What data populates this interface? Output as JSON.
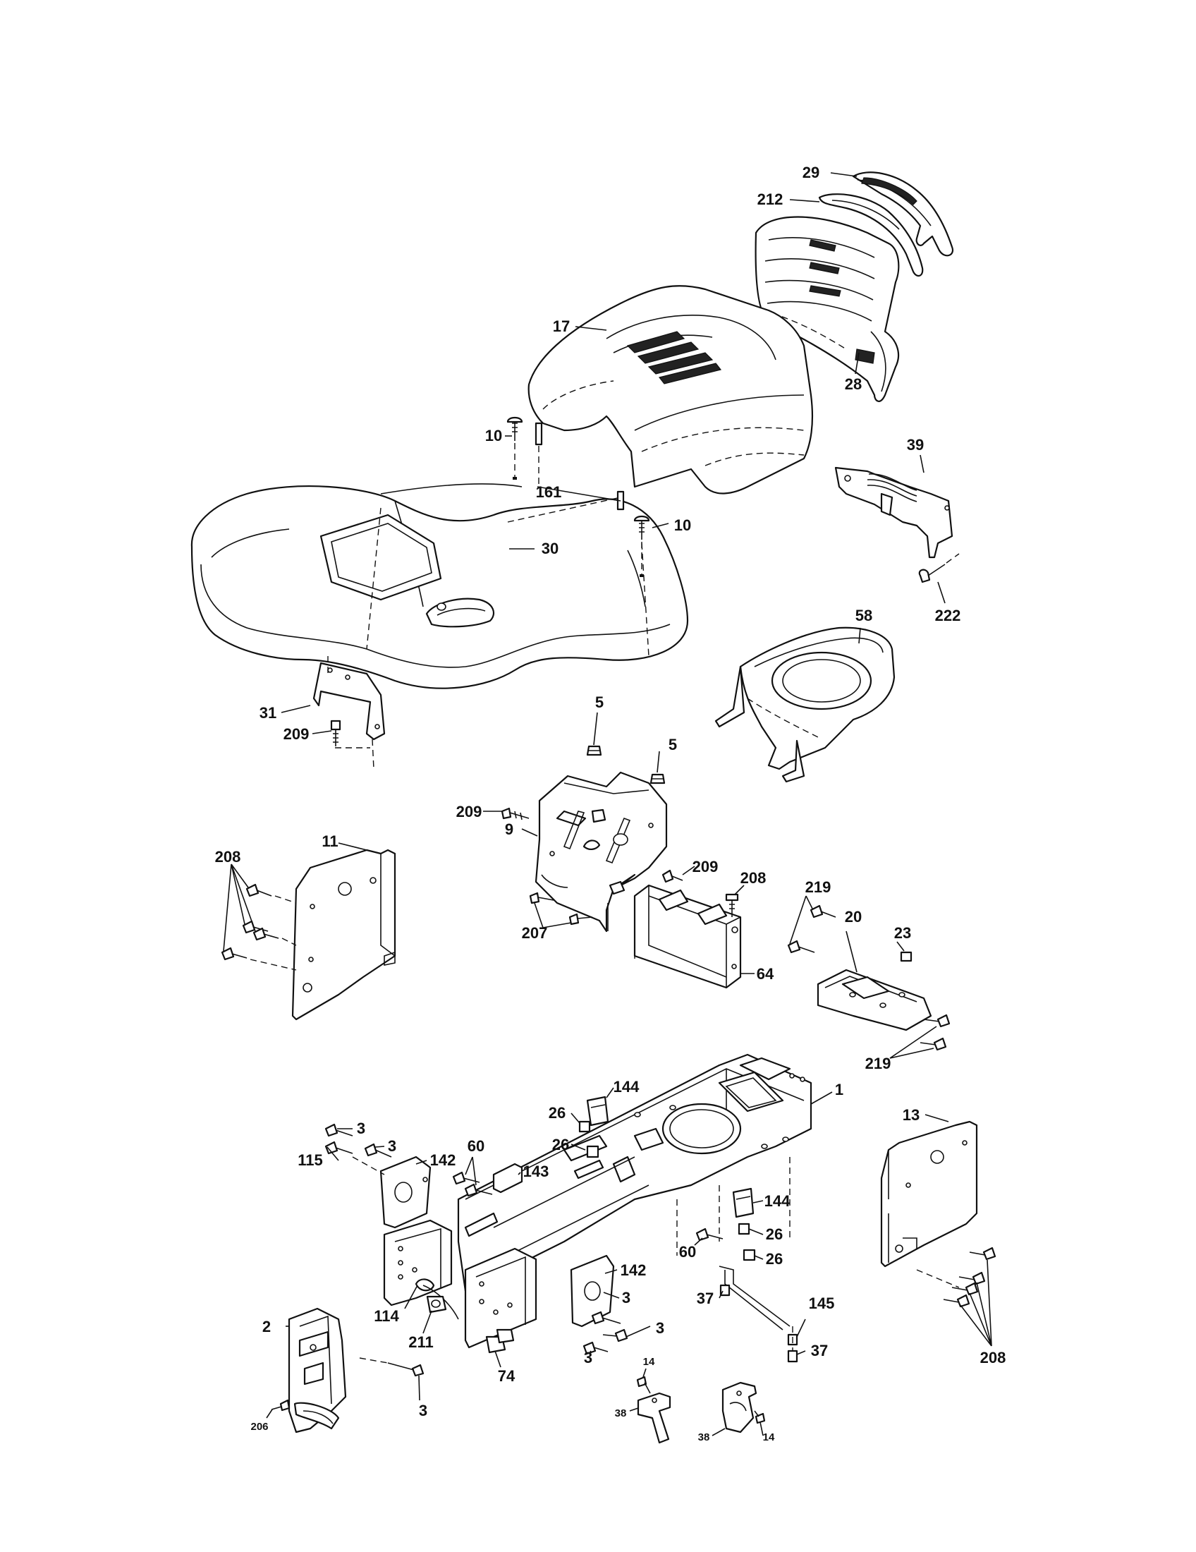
{
  "diagram": {
    "labels": [
      {
        "id": "29",
        "text": "29"
      },
      {
        "id": "212",
        "text": "212"
      },
      {
        "id": "17",
        "text": "17"
      },
      {
        "id": "28",
        "text": "28"
      },
      {
        "id": "10a",
        "text": "10"
      },
      {
        "id": "161",
        "text": "161"
      },
      {
        "id": "10b",
        "text": "10"
      },
      {
        "id": "39",
        "text": "39"
      },
      {
        "id": "30",
        "text": "30"
      },
      {
        "id": "222",
        "text": "222"
      },
      {
        "id": "58",
        "text": "58"
      },
      {
        "id": "5a",
        "text": "5"
      },
      {
        "id": "5b",
        "text": "5"
      },
      {
        "id": "31",
        "text": "31"
      },
      {
        "id": "209a",
        "text": "209"
      },
      {
        "id": "209b",
        "text": "209"
      },
      {
        "id": "9",
        "text": "9"
      },
      {
        "id": "11",
        "text": "11"
      },
      {
        "id": "208a",
        "text": "208"
      },
      {
        "id": "209c",
        "text": "209"
      },
      {
        "id": "208b",
        "text": "208"
      },
      {
        "id": "219a",
        "text": "219"
      },
      {
        "id": "20",
        "text": "20"
      },
      {
        "id": "23",
        "text": "23"
      },
      {
        "id": "207",
        "text": "207"
      },
      {
        "id": "64",
        "text": "64"
      },
      {
        "id": "219b",
        "text": "219"
      },
      {
        "id": "1",
        "text": "1"
      },
      {
        "id": "144a",
        "text": "144"
      },
      {
        "id": "26a",
        "text": "26"
      },
      {
        "id": "13",
        "text": "13"
      },
      {
        "id": "3a",
        "text": "3"
      },
      {
        "id": "3b",
        "text": "3"
      },
      {
        "id": "26b",
        "text": "26"
      },
      {
        "id": "60a",
        "text": "60"
      },
      {
        "id": "115",
        "text": "115"
      },
      {
        "id": "142a",
        "text": "142"
      },
      {
        "id": "143",
        "text": "143"
      },
      {
        "id": "144b",
        "text": "144"
      },
      {
        "id": "26c",
        "text": "26"
      },
      {
        "id": "60b",
        "text": "60"
      },
      {
        "id": "26d",
        "text": "26"
      },
      {
        "id": "142b",
        "text": "142"
      },
      {
        "id": "3c",
        "text": "3"
      },
      {
        "id": "37a",
        "text": "37"
      },
      {
        "id": "145",
        "text": "145"
      },
      {
        "id": "114",
        "text": "114"
      },
      {
        "id": "3d",
        "text": "3"
      },
      {
        "id": "2",
        "text": "2"
      },
      {
        "id": "211",
        "text": "211"
      },
      {
        "id": "37b",
        "text": "37"
      },
      {
        "id": "3e",
        "text": "3"
      },
      {
        "id": "208c",
        "text": "208"
      },
      {
        "id": "74",
        "text": "74"
      },
      {
        "id": "14a",
        "text": "14"
      },
      {
        "id": "38a",
        "text": "38"
      },
      {
        "id": "206",
        "text": "206"
      },
      {
        "id": "3f",
        "text": "3"
      },
      {
        "id": "38b",
        "text": "38"
      },
      {
        "id": "14b",
        "text": "14"
      }
    ]
  }
}
